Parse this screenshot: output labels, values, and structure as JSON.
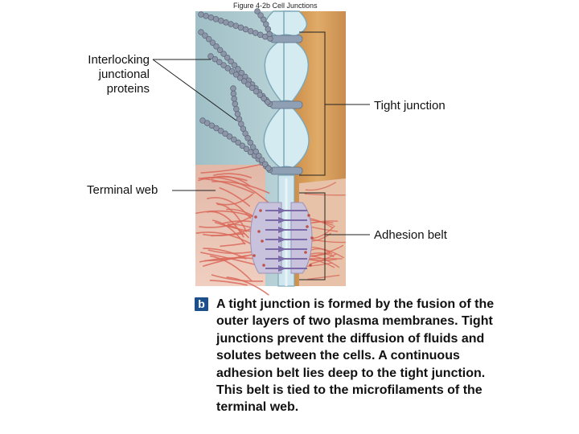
{
  "figure_title": "Figure 4-2b  Cell Junctions",
  "labels": {
    "interlocking": [
      "Interlocking",
      "junctional",
      "proteins"
    ],
    "tight_junction": "Tight junction",
    "terminal_web": "Terminal web",
    "adhesion_belt": "Adhesion belt"
  },
  "panel_letter": "b",
  "caption": "A tight junction is formed by the fusion of the outer layers of two plasma membranes. Tight junctions prevent the diffusion of fluids and solutes between the cells. A continuous adhesion belt lies deep to the tight junction. This belt is tied to the microfilaments of the terminal web.",
  "colors": {
    "left_cell": "#a9c9cf",
    "right_cell": "#d9a060",
    "membrane": "#cfe6ee",
    "protein": "#8c96a8",
    "microfilament": "#d9685a",
    "belt_plaque": "#c9c2dc",
    "badge": "#1c4f8c"
  }
}
